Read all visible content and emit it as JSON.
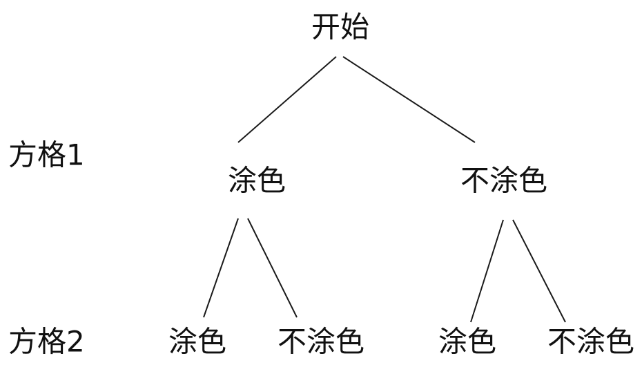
{
  "diagram": {
    "row_labels": {
      "level1": "方格1",
      "level2": "方格2"
    },
    "nodes": {
      "root": "开始",
      "l1_paint": "涂色",
      "l1_nopaint": "不涂色",
      "l2_paint_paint": "涂色",
      "l2_paint_nopaint": "不涂色",
      "l2_nopaint_paint": "涂色",
      "l2_nopaint_nopaint": "不涂色"
    }
  }
}
